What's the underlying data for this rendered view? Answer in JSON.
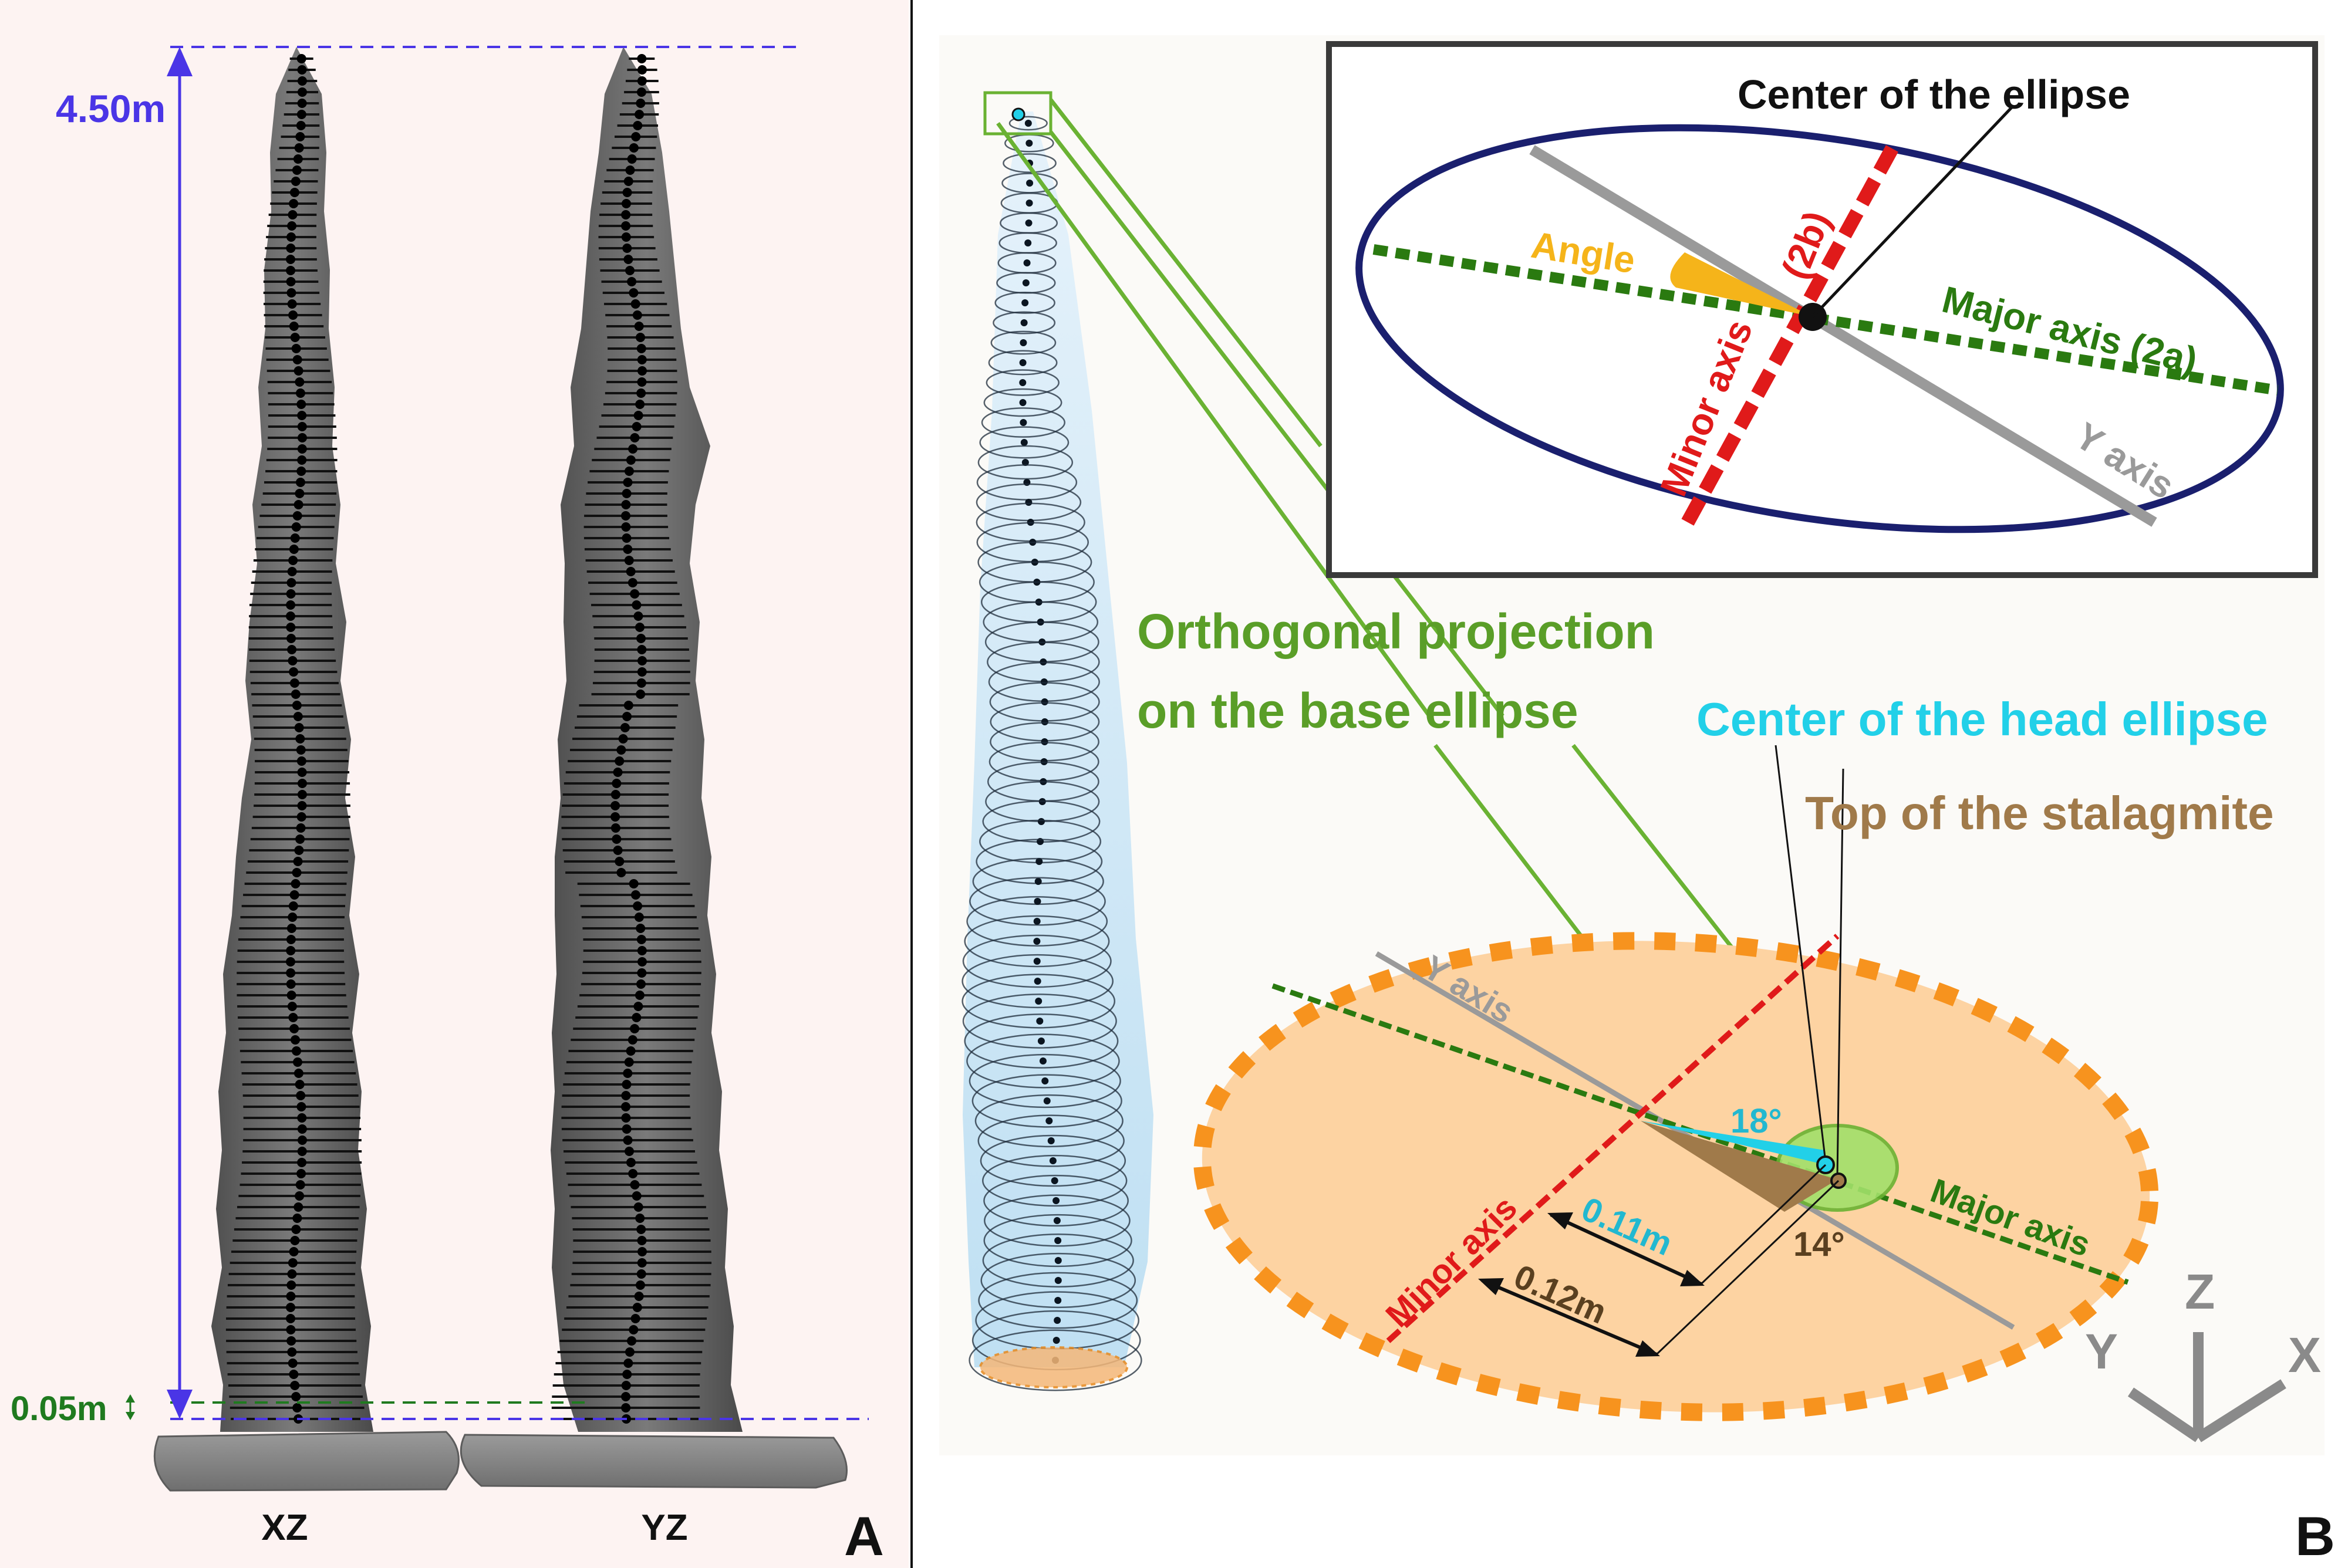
{
  "panelA": {
    "letter": "A",
    "height_label": "4.50m",
    "offset_label": "0.05m",
    "views": [
      "XZ",
      "YZ"
    ],
    "colors": {
      "background": "#fdf3f2",
      "dimension": "#4a35e6",
      "offset": "#1f7a1f",
      "stalagmite": "#5f5f5f",
      "slice": "#111111"
    }
  },
  "panelB": {
    "letter": "B",
    "inset": {
      "center_label": "Center of the ellipse",
      "angle_label": "Angle",
      "minor_label": "Minor axis",
      "minor_sub_label": "(2b)",
      "major_label": "Major axis (2a)",
      "y_axis_label": "Y axis",
      "colors": {
        "ellipse": "#1a1f6e",
        "major": "#2a7a10",
        "minor": "#e01a1a",
        "y_axis": "#9a9a9a",
        "angle": "#f5b41a"
      }
    },
    "projection_label_line1": "Orthogonal projection",
    "projection_label_line2": "on the base ellipse",
    "head_center_label": "Center of the head ellipse",
    "top_label": "Top of the stalagmite",
    "base": {
      "y_axis_label": "Y axis",
      "minor_label": "Minor axis",
      "major_label": "Major axis",
      "angle_head": "18°",
      "angle_top": "14°",
      "dist_head": "0.11m",
      "dist_top": "0.12m",
      "colors": {
        "fill": "#fdd3a2",
        "border": "#f7931e",
        "head": "#22d0e8",
        "top": "#a07a4a",
        "projection": "#6ab233"
      }
    },
    "axes": {
      "z": "Z",
      "y": "Y",
      "x": "X"
    }
  }
}
